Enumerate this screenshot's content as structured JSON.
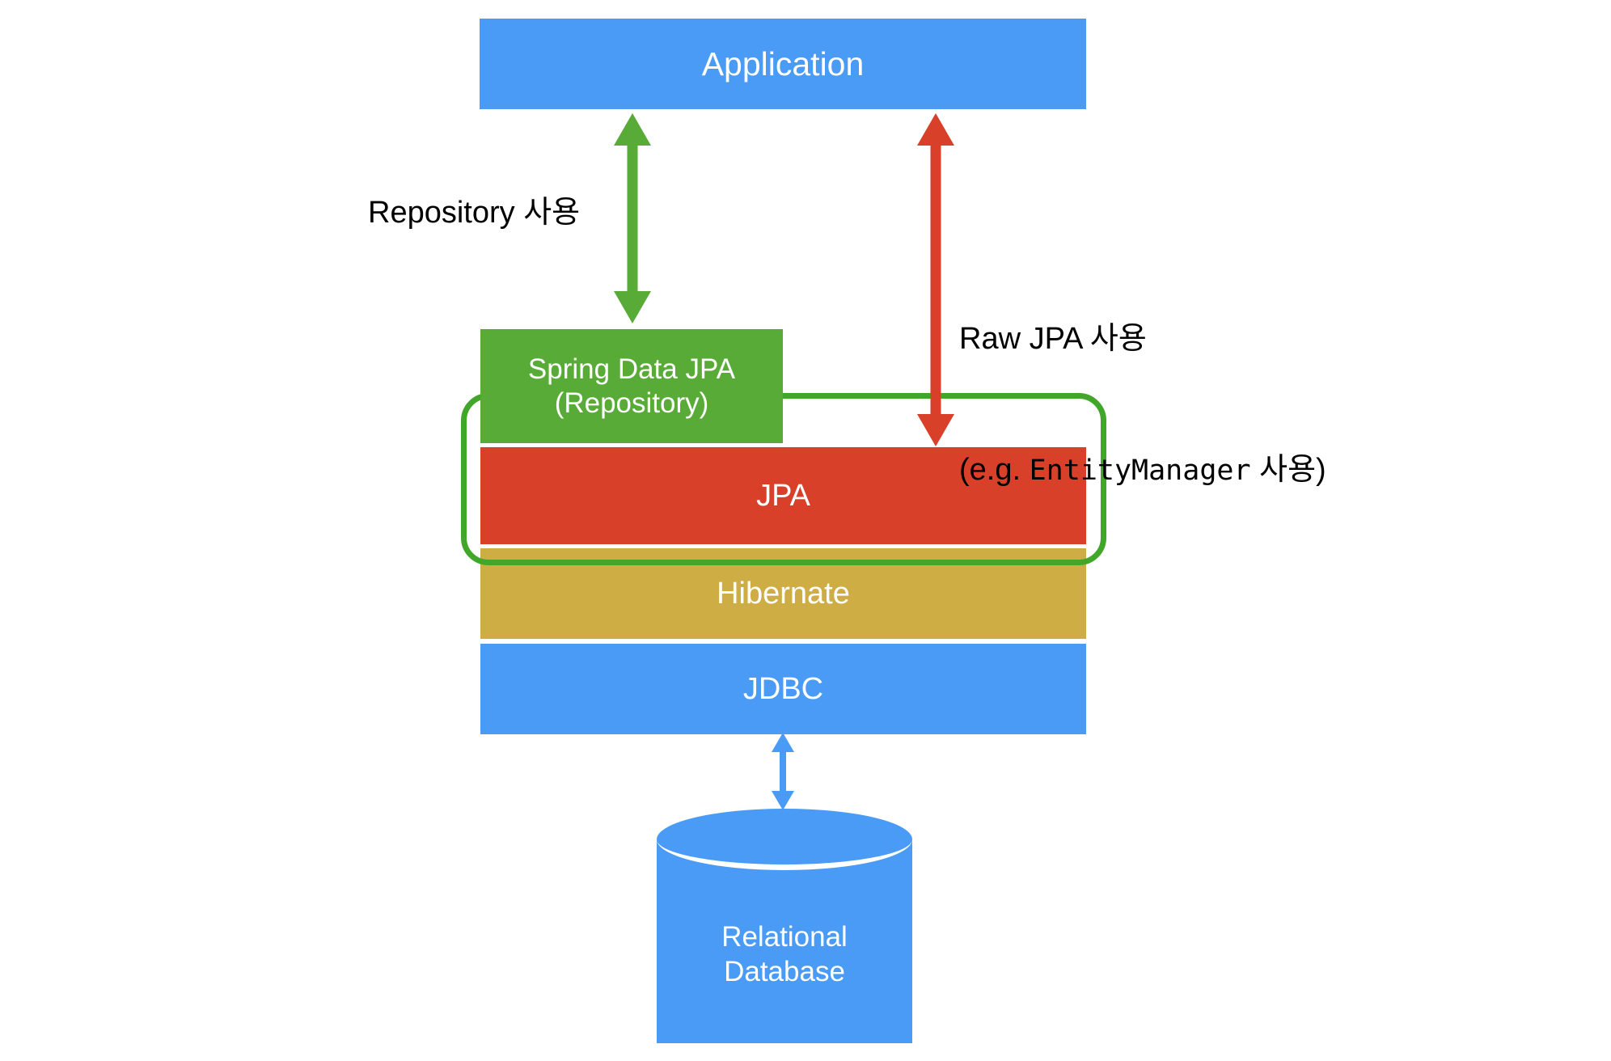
{
  "diagram": {
    "title": "JPA layering diagram",
    "colors": {
      "blue": "#4a9bf5",
      "green": "#59ab38",
      "green_outline": "#41a62a",
      "red": "#d8402a",
      "gold": "#cdad44",
      "text_light": "#ffffff",
      "text_dark": "#000000",
      "background": "#ffffff"
    },
    "boxes": {
      "application": {
        "label": "Application"
      },
      "spring_data_jpa": {
        "label_line1": "Spring Data JPA",
        "label_line2": "(Repository)"
      },
      "jpa": {
        "label": "JPA"
      },
      "hibernate": {
        "label": "Hibernate"
      },
      "jdbc": {
        "label": "JDBC"
      },
      "database": {
        "label_line1": "Relational",
        "label_line2": "Database"
      }
    },
    "labels": {
      "repository_usage": "Repository 사용",
      "raw_jpa_usage_line1": "Raw JPA 사용",
      "raw_jpa_usage_line2_prefix": "(e.g. ",
      "raw_jpa_usage_line2_mono": "EntityManager",
      "raw_jpa_usage_line2_suffix": " 사용)"
    },
    "arrows": {
      "app_to_spring_data": {
        "color": "#59ab38",
        "heads": "both"
      },
      "app_to_jpa": {
        "color": "#d8402a",
        "heads": "both"
      },
      "jdbc_to_database": {
        "color": "#4a9bf5",
        "heads": "both"
      }
    }
  }
}
